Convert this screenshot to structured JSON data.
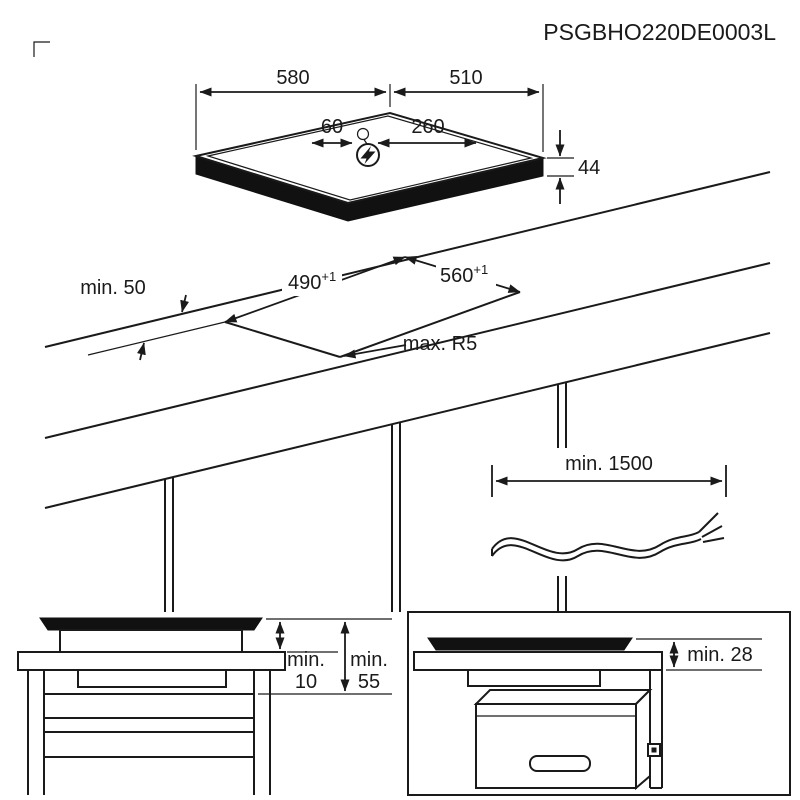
{
  "title": "PSGBHO220DE0003L",
  "hob": {
    "width": "580",
    "depth": "510",
    "height": "44",
    "cable_gland_from_left": "60",
    "cable_gland_from_right": "260"
  },
  "cutout": {
    "width": "490",
    "width_tolerance": "+1",
    "depth": "560",
    "depth_tolerance": "+1",
    "rear_clearance": "min. 50",
    "corner_radius": "max. R5"
  },
  "power_cable": {
    "min_length": "min. 1500"
  },
  "clearances": {
    "hob_to_drawer_prefix": "min.",
    "hob_to_drawer": "10",
    "hob_to_shelf_prefix": "min.",
    "hob_to_shelf": "55",
    "hob_to_oven": "min. 28"
  },
  "colors": {
    "line": "#1a1a1a",
    "dark_fill": "#111111",
    "background": "#ffffff"
  }
}
